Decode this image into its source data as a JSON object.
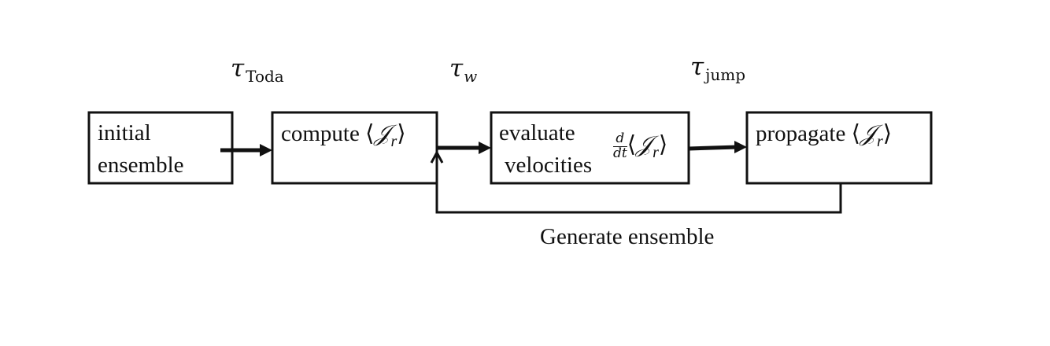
{
  "taus": {
    "toda": {
      "symbol": "τ",
      "subscript": "Toda"
    },
    "w": {
      "symbol": "τ",
      "subscript": "w"
    },
    "jump": {
      "symbol": "τ",
      "subscript": "jump"
    }
  },
  "boxes": {
    "initial": {
      "line1": "initial",
      "line2": "ensemble"
    },
    "compute": {
      "text": "compute",
      "math_open": "⟨",
      "math_var": "𝒥",
      "math_sub": "r",
      "math_close": "⟩"
    },
    "evaluate": {
      "line1": "evaluate",
      "line2": "velocities",
      "frac_num": "d",
      "frac_den": "dt",
      "math_open": "⟨",
      "math_var": "𝒥",
      "math_sub": "r",
      "math_close": "⟩"
    },
    "propagate": {
      "text": "propagate",
      "math_open": "⟨",
      "math_var": "𝒥",
      "math_sub": "r",
      "math_close": "⟩"
    }
  },
  "feedback_label": "Generate ensemble"
}
